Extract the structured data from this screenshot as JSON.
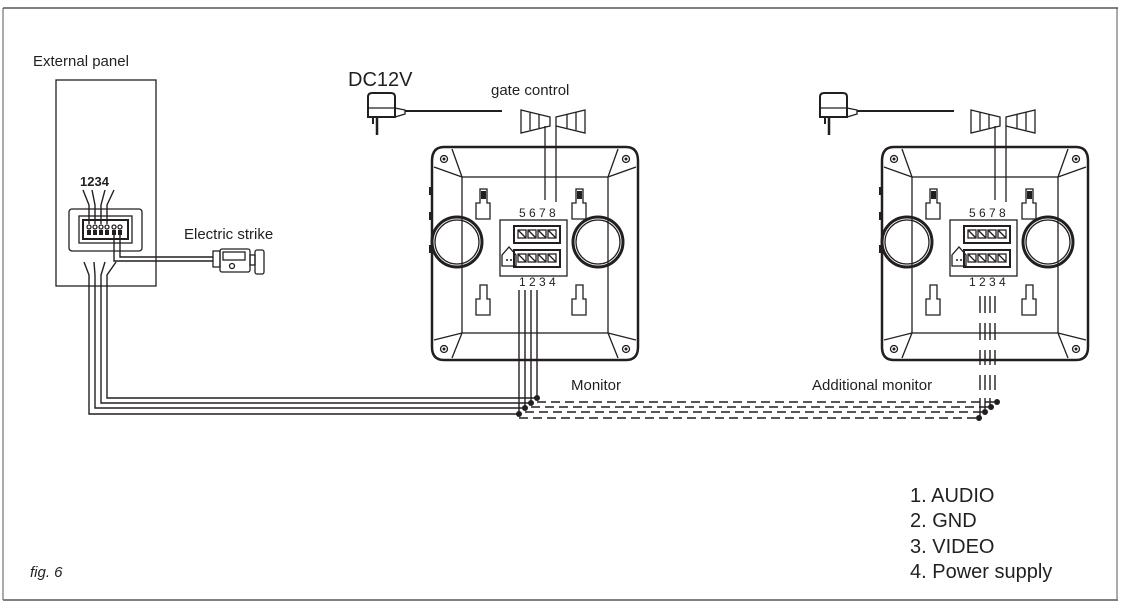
{
  "figure": {
    "caption": "fig. 6"
  },
  "external_panel": {
    "label": "External panel",
    "terminal_numbers": "1234"
  },
  "electric_strike": {
    "label": "Electric strike"
  },
  "power_supply": {
    "label": "DC12V"
  },
  "gate_control": {
    "label": "gate control"
  },
  "monitor": {
    "label": "Monitor",
    "top_terminals": "5 6 7 8",
    "bottom_terminals": "1 2 3 4"
  },
  "additional_monitor": {
    "label": "Additional monitor",
    "top_terminals": "5 6 7 8",
    "bottom_terminals": "1 2 3 4"
  },
  "legend": {
    "items": [
      "1. AUDIO",
      "2. GND",
      "3. VIDEO",
      "4. Power supply"
    ]
  },
  "colors": {
    "ink": "#231f20",
    "frame": "#808080",
    "background": "#ffffff"
  }
}
